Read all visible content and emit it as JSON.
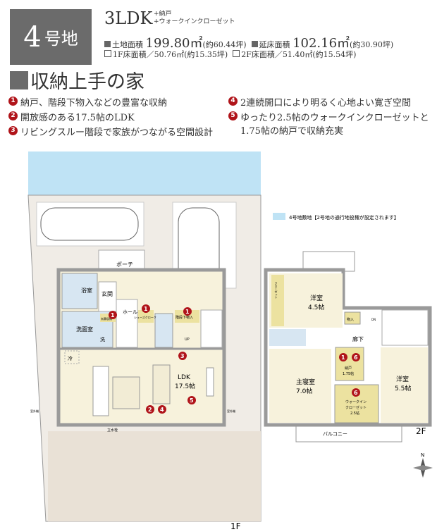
{
  "lot": {
    "number": "4",
    "suffix": "号地"
  },
  "plan": {
    "type": "3LDK",
    "extras": [
      "+納戸",
      "+ウォークインクローゼット"
    ]
  },
  "areas": {
    "land_label": "土地面積",
    "land_value": "199.80㎡",
    "land_tsubo": "(約60.44坪)",
    "floor_label": "延床面積",
    "floor_value": "102.16㎡",
    "floor_tsubo": "(約30.90坪)",
    "f1": "1F床面積／50.76㎡(約15.35坪)",
    "f2": "2F床面積／51.40㎡(約15.54坪)"
  },
  "heading": "収納上手の家",
  "features": [
    {
      "num": "1",
      "text": "納戸、階段下物入などの豊富な収納"
    },
    {
      "num": "2",
      "text": "開放感のある17.5帖のLDK"
    },
    {
      "num": "3",
      "text": "リビングスルー階段で家族がつながる空間設計"
    },
    {
      "num": "4",
      "text": "2連続開口により明るく心地よい寛ぎ空間"
    },
    {
      "num": "5",
      "text": "ゆったり2.5帖のウォークインクローゼットと",
      "text2": "1.75帖の納戸で収納充実"
    }
  ],
  "legend": {
    "text": "4号地敷地【2号地の通行地役権が設定されます】",
    "color": "#bfe3f5"
  },
  "colors": {
    "room": "#f7f2dc",
    "wet": "#d7e6f2",
    "wall": "#9a9a9a",
    "storage": "#ece2a0",
    "marker": "#b0141a",
    "site": "#f0ece6",
    "lower": "#efe9e0"
  },
  "floor1": {
    "label": "1F",
    "rooms": {
      "porch": "ポーチ",
      "entrance": "玄関",
      "bath": "浴室",
      "washroom": "洗面室",
      "washer": "洗",
      "hall": "ホール",
      "ldk": "LDK",
      "ldk_size": "17.5帖",
      "fridge": "冷",
      "up": "UP",
      "shoes": "玄関収納",
      "shoes_closet": "シューズクローク",
      "under_stair": "階段下物入",
      "outdoor": "室外機",
      "faucet": "立水栓"
    }
  },
  "floor2": {
    "label": "2F",
    "rooms": {
      "western1": "洋室",
      "western1_size": "4.5帖",
      "western2": "洋室",
      "western2_size": "5.5帖",
      "master": "主寝室",
      "master_size": "7.0帖",
      "corridor": "廊下",
      "storage": "物入",
      "nando": "納戸",
      "nando_size": "1.75帖",
      "wic": "ウォークイン",
      "wic2": "クローゼット",
      "wic_size": "2.5帖",
      "balcony": "バルコニー",
      "closet": "クローゼット",
      "dn": "DN"
    }
  },
  "compass": "N"
}
